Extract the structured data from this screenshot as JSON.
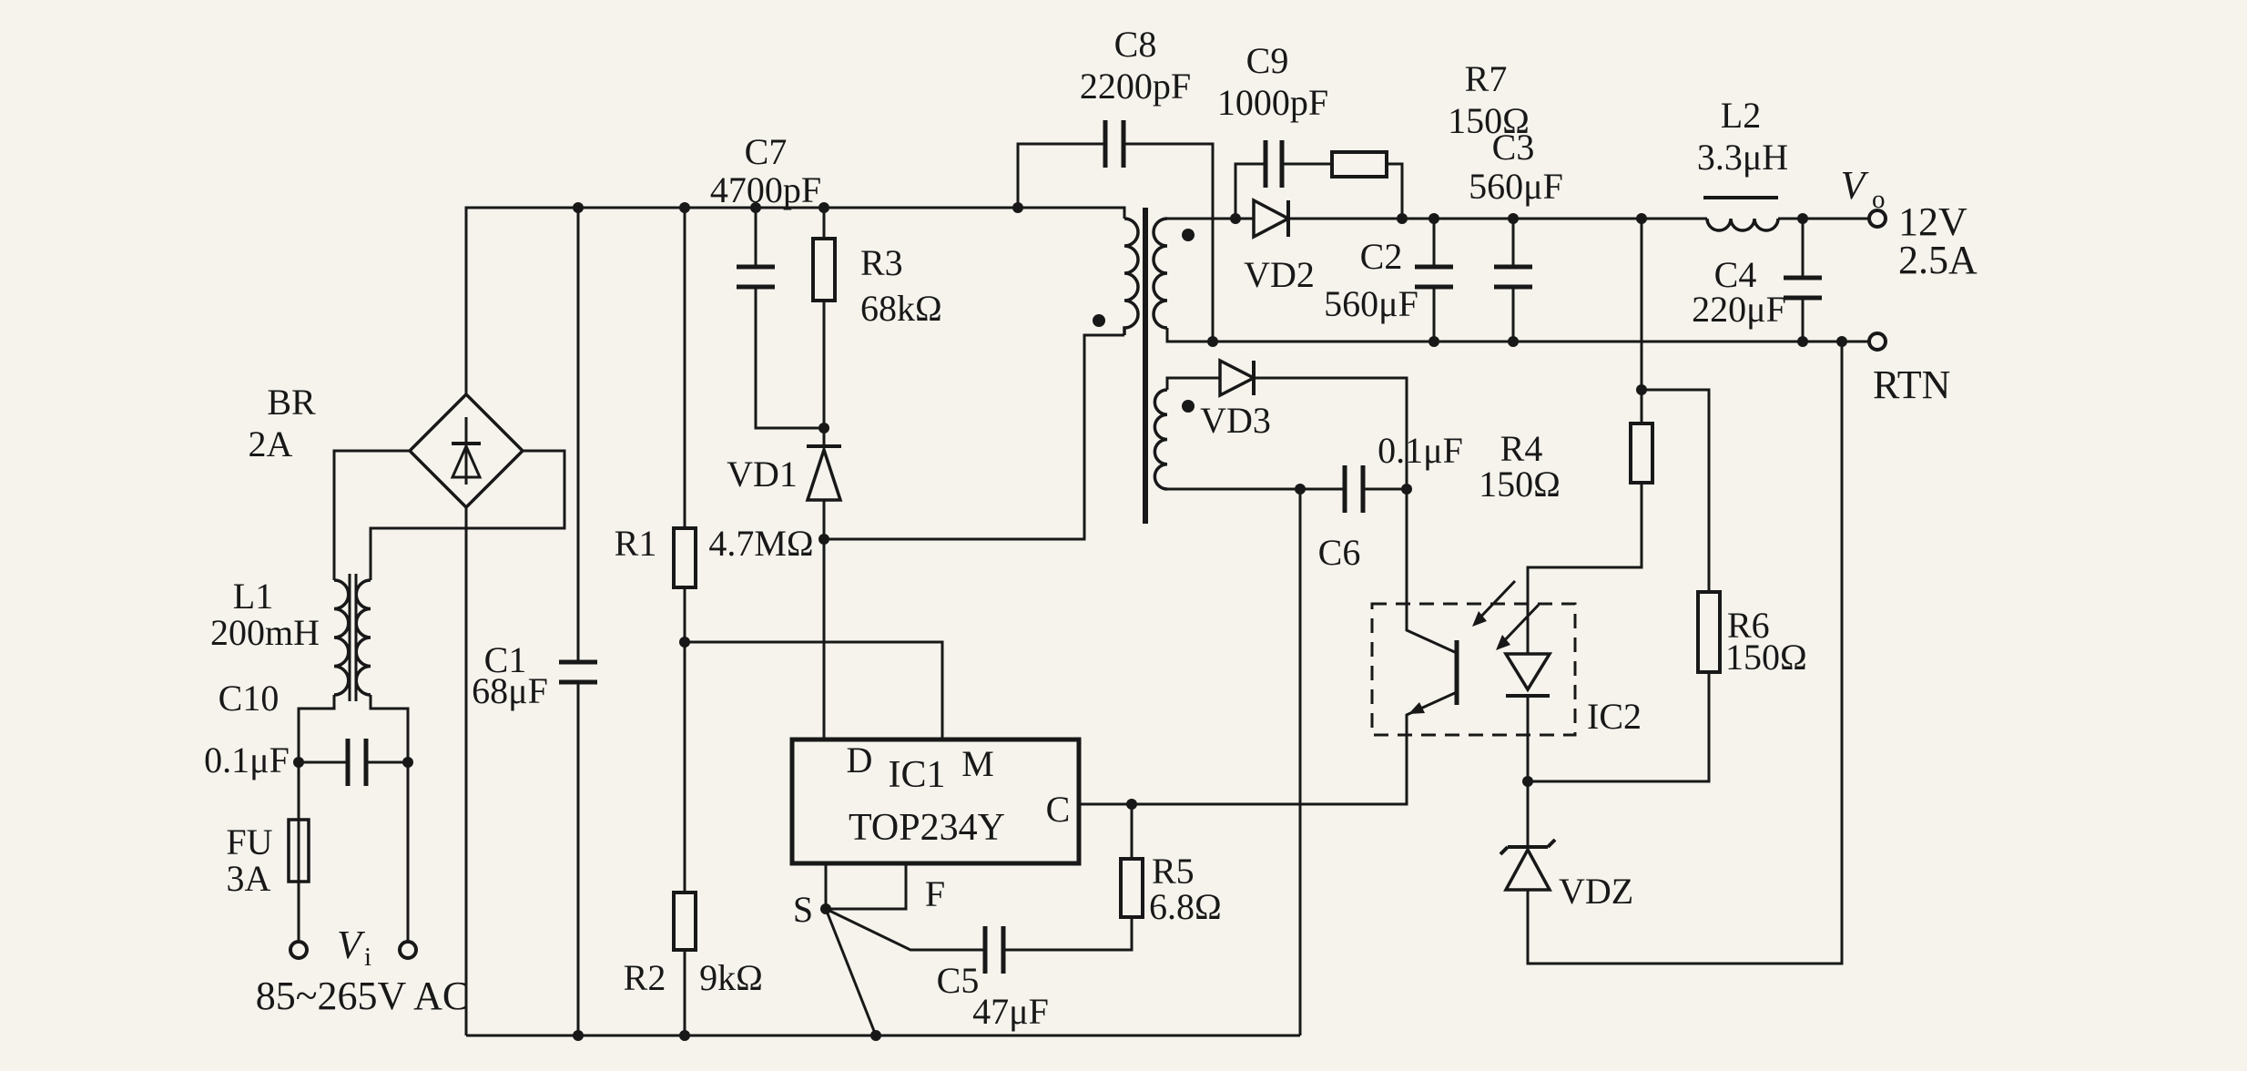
{
  "diagram_type": "circuit-schematic",
  "subject": "Flyback switching power supply based on TOP234Y, universal AC input, 12V 2.5A output",
  "colors": {
    "ink": "#181818",
    "paper": "#f5f3ec"
  },
  "input": {
    "voltage_range": "85~265V AC",
    "terminal": {
      "symbol": "V",
      "sub": "i"
    }
  },
  "output": {
    "voltage": "12V",
    "current": "2.5A",
    "return_label": "RTN",
    "terminal": {
      "symbol": "V",
      "sub": "o"
    }
  },
  "labels": {
    "fu_name": "FU",
    "fu_value": "3A",
    "c10_name": "C10",
    "c10_value": "0.1μF",
    "l1_name": "L1",
    "l1_value": "200mH",
    "br_name": "BR",
    "br_value": "2A",
    "c1_name": "C1",
    "c1_value": "68μF",
    "r1_name": "R1",
    "r1_value": "4.7MΩ",
    "r2_name": "R2",
    "r2_value": "9kΩ",
    "c7_name": "C7",
    "c7_value": "4700pF",
    "r3_name": "R3",
    "r3_value": "68kΩ",
    "vd1": "VD1",
    "c8_name": "C8",
    "c8_value": "2200pF",
    "c9_name": "C9",
    "c9_value": "1000pF",
    "r7_name": "R7",
    "r7_value": "150Ω",
    "vd2": "VD2",
    "vd3": "VD3",
    "c2_name": "C2",
    "c2_value": "560μF",
    "c3_name": "C3",
    "c3_value": "560μF",
    "l2_name": "L2",
    "l2_value": "3.3μH",
    "c4_name": "C4",
    "c4_value": "220μF",
    "rtn": "RTN",
    "out_voltage": "12V",
    "out_current": "2.5A",
    "ac_range": "85~265V AC",
    "ic1_name": "IC1",
    "ic1_part": "TOP234Y",
    "pin_d": "D",
    "pin_m": "M",
    "pin_c": "C",
    "pin_f": "F",
    "pin_s": "S",
    "r5_name": "R5",
    "r5_value": "6.8Ω",
    "c5_name": "C5",
    "c5_value": "47μF",
    "c6_name": "C6",
    "c6_value": "0.1μF",
    "r4_name": "R4",
    "r4_value": "150Ω",
    "r6_name": "R6",
    "r6_value": "150Ω",
    "ic2_name": "IC2",
    "vdz": "VDZ",
    "vo_symbol": "V",
    "vo_sub": "o",
    "vi_symbol": "V",
    "vi_sub": "i"
  }
}
